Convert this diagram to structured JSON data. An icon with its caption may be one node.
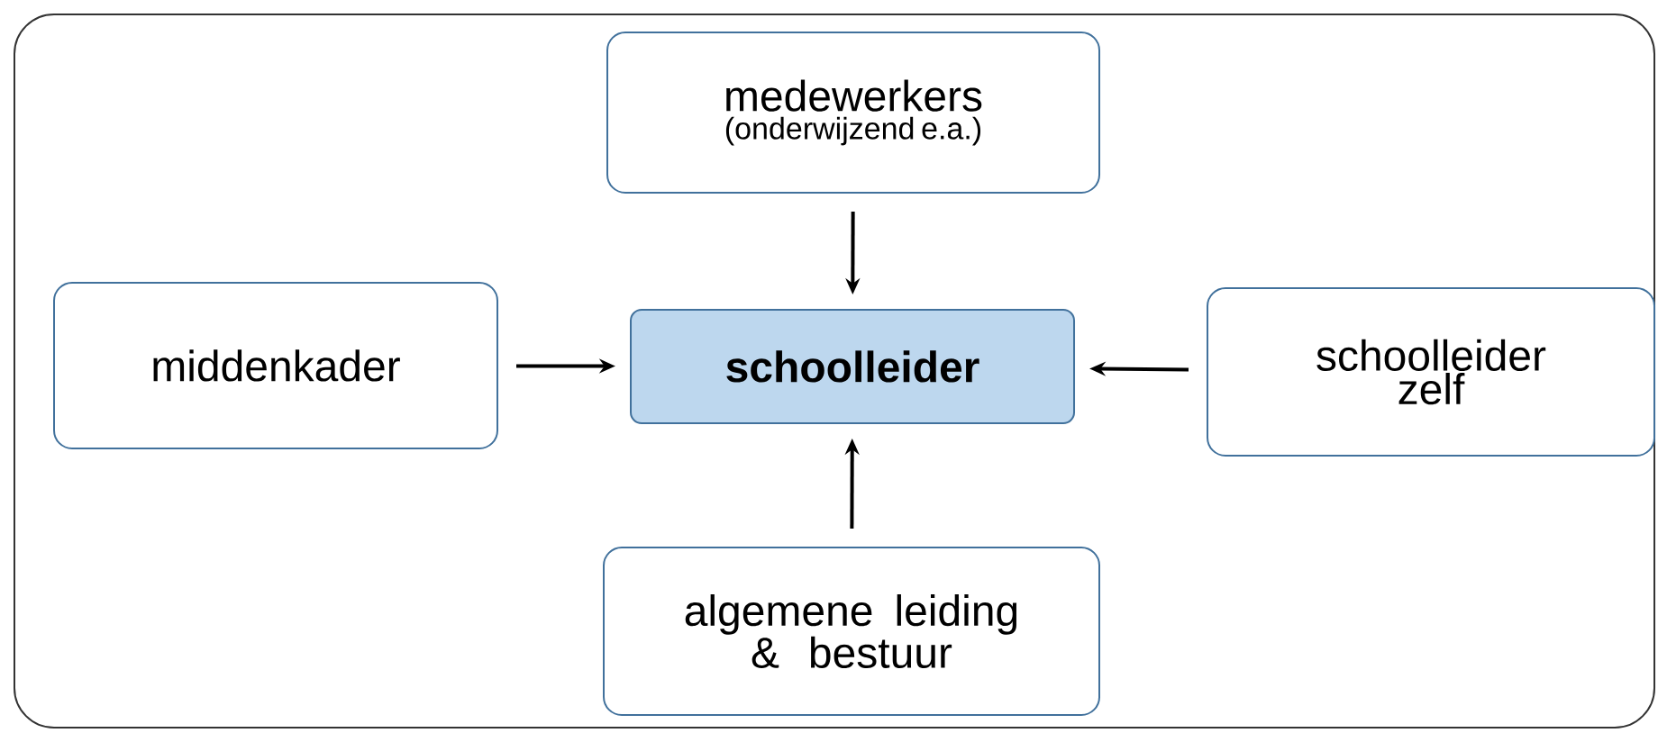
{
  "diagram": {
    "nodes": [
      {
        "text": [],
        "shape": "box"
      },
      {
        "text": [
          "medewerkers",
          "(onderwijzend e.a.)"
        ],
        "in": 0
      },
      {
        "text": [
          "middenkader"
        ],
        "in": 0
      },
      {
        "text": [
          "schoolleider"
        ],
        "in": 0
      },
      {
        "text": [
          "schoolleider zelf"
        ],
        "in": 0
      },
      {
        "text": [
          "algemene leiding & bestuur"
        ],
        "in": 0
      }
    ],
    "edges": [
      {
        "from": 1,
        "to": 3,
        "arrow": "to"
      },
      {
        "from": 2,
        "to": 3,
        "arrow": "to"
      },
      {
        "from": 4,
        "to": 3,
        "arrow": "to"
      },
      {
        "from": 5,
        "to": 3,
        "arrow": "to"
      }
    ]
  }
}
